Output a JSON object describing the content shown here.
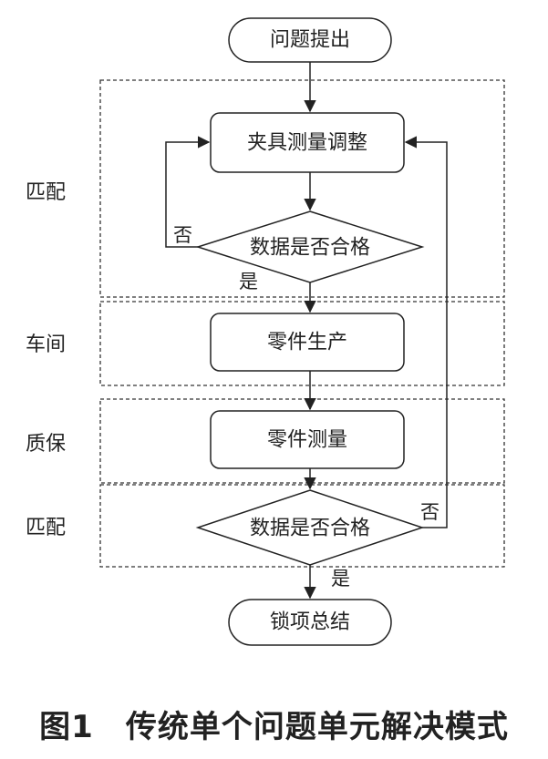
{
  "nodes": {
    "start": "问题提出",
    "fixture_adjust": "夹具测量调整",
    "decision_1": "数据是否合格",
    "part_production": "零件生产",
    "part_measure": "零件测量",
    "decision_2": "数据是否合格",
    "end": "锁项总结"
  },
  "branches": {
    "decision_1_no": "否",
    "decision_1_yes": "是",
    "decision_2_no": "否",
    "decision_2_yes": "是"
  },
  "lanes": {
    "lane_1": "匹配",
    "lane_2": "车间",
    "lane_3": "质保",
    "lane_4": "匹配"
  },
  "caption": "图1　传统单个问题单元解决模式"
}
